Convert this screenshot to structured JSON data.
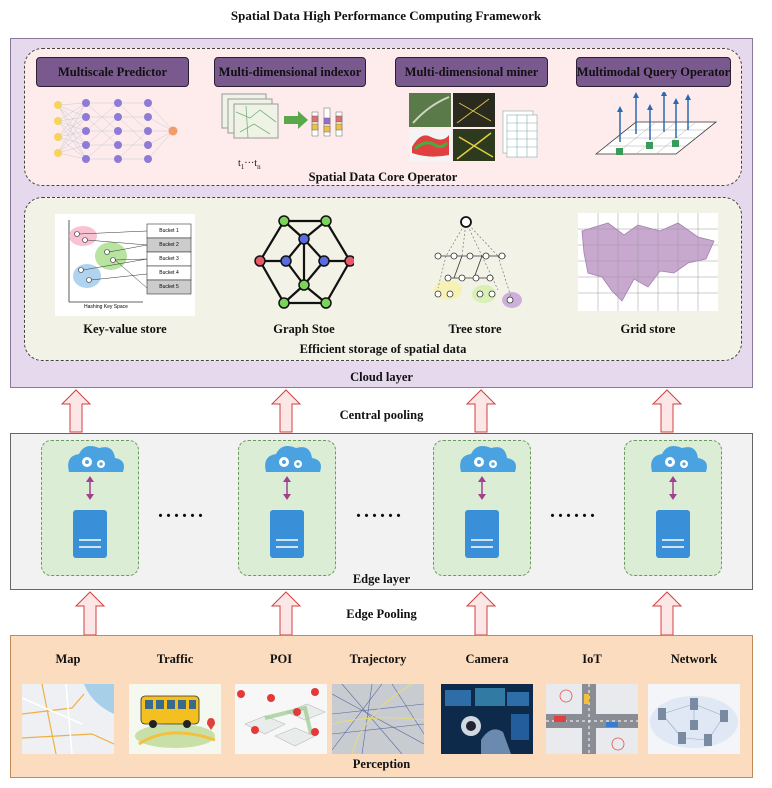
{
  "title": "Spatial Data High Performance Computing Framework",
  "cloud_layer": {
    "label": "Cloud layer",
    "core": {
      "label": "Spatial Data Core Operator",
      "operators": [
        "Multiscale Predictor",
        "Multi-dimensional indexor",
        "Multi-dimensional miner",
        "Multimodal Query Operator"
      ],
      "time_range_t1": "t",
      "time_range_sub1": "1",
      "time_range_mid": "···t",
      "time_range_subn": "n"
    },
    "storage": {
      "label": "Efficient storage of spatial data",
      "stores": [
        "Key-value store",
        "Graph Stoe",
        "Tree store",
        "Grid store"
      ],
      "buckets": [
        "Bucket 1",
        "Bucket 2",
        "Bucket 3",
        "Bucket 4",
        "Bucket 5"
      ],
      "hash_axis_label": "Hashing Key Space"
    }
  },
  "central_pooling": "Central pooling",
  "edge_layer": {
    "label": "Edge layer",
    "ellipsis": "......"
  },
  "edge_pooling": "Edge Pooling",
  "perception": {
    "label": "Perception",
    "sources": [
      "Map",
      "Traffic",
      "POI",
      "Trajectory",
      "Camera",
      "IoT",
      "Network"
    ]
  },
  "colors": {
    "cloud": "#e6d9ee",
    "core": "#fdeceb",
    "storage": "#f3f2e6",
    "edge": "#f2f2f2",
    "node": "#dcedd6",
    "perception": "#fcdcbf",
    "operator": "#7a5a8e",
    "arrow": "#e8a0a0"
  }
}
